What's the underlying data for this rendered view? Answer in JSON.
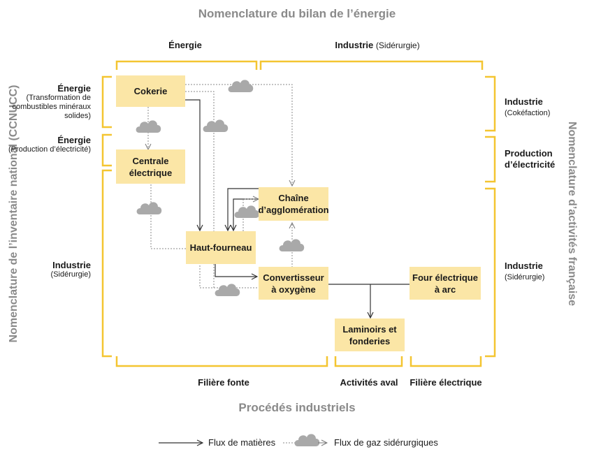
{
  "titles": {
    "top": "Nomenclature du bilan de l’énergie",
    "bottom": "Procédés industriels",
    "left": "Nomenclature de l’inventaire national (CCNUCC)",
    "right": "Nomenclature d’activités française"
  },
  "top_groups": {
    "energie": "Énergie",
    "industrie": "Industrie",
    "industrie_sub": "(Sidérurgie)"
  },
  "bottom_groups": {
    "filiere_fonte": "Filière fonte",
    "activites_aval": "Activités aval",
    "filiere_electrique": "Filière électrique"
  },
  "left_labels": [
    {
      "title": "Énergie",
      "sub": "(Transformation de combustibles minéraux solides)"
    },
    {
      "title": "Énergie",
      "sub": "(Production d’électricité)"
    },
    {
      "title": "Industrie",
      "sub": "(Sidérurgie)"
    }
  ],
  "right_labels": [
    {
      "title": "Industrie",
      "sub": "(Cokéfaction)"
    },
    {
      "title": "Production d’électricité",
      "sub": ""
    },
    {
      "title": "Industrie",
      "sub": "(Sidérurgie)"
    }
  ],
  "nodes": {
    "cokerie": "Cokerie",
    "centrale": "Centrale électrique",
    "chaine": "Chaîne d’agglomération",
    "haut_fourneau": "Haut-fourneau",
    "convertisseur": "Convertisseur à oxygène",
    "four": "Four électrique à arc",
    "laminoirs": "Laminoirs et fonderies"
  },
  "legend": {
    "materials": "Flux de matières",
    "gas": "Flux de gaz sidérurgiques"
  },
  "colors": {
    "bracket": "#f4c531",
    "node_fill": "#fbe6a6",
    "cloud": "#a9a9a9",
    "title_grey": "#8a8a8a"
  }
}
